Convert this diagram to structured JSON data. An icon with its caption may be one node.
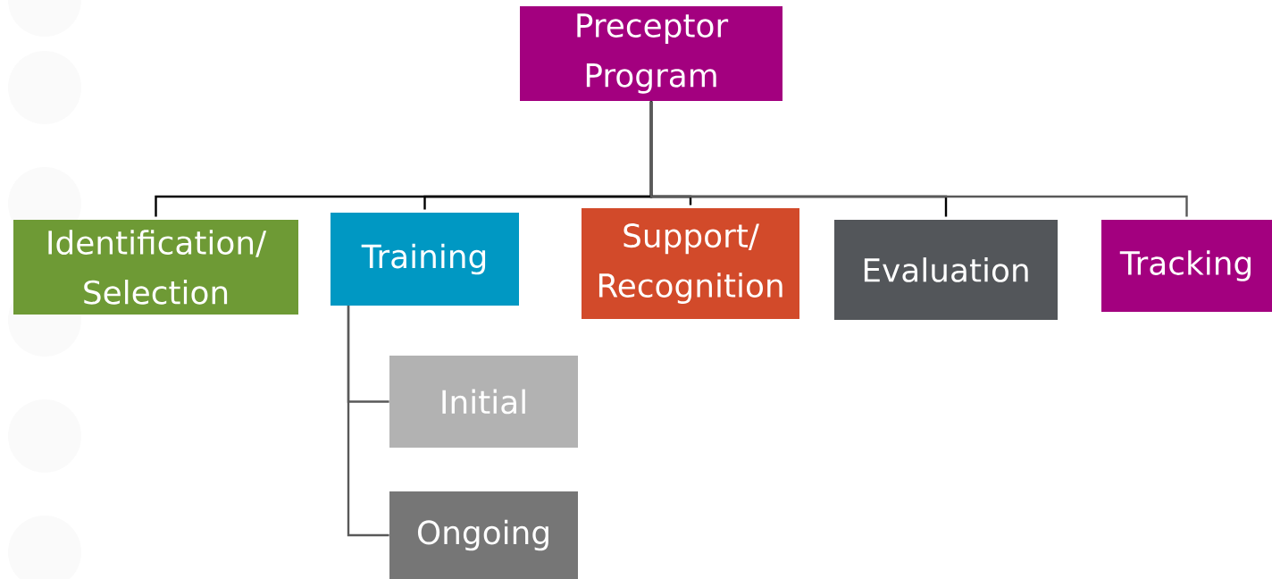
{
  "diagram": {
    "nodes": [
      {
        "text": [
          "Preceptor Program"
        ]
      },
      {
        "text": [
          "Identification/ Selection"
        ]
      },
      {
        "text": [
          "Training"
        ]
      },
      {
        "text": [
          "Support/ Recognition"
        ]
      },
      {
        "text": [
          "Evaluation"
        ]
      },
      {
        "text": [
          "Tracking"
        ]
      },
      {
        "text": [
          "Initial"
        ]
      },
      {
        "text": [
          "Ongoing"
        ]
      }
    ],
    "edges": [
      {
        "from": 0,
        "to": 1,
        "arrow": "none"
      },
      {
        "from": 0,
        "to": 2,
        "arrow": "none"
      },
      {
        "from": 0,
        "to": 3,
        "arrow": "none"
      },
      {
        "from": 0,
        "to": 4,
        "arrow": "none"
      },
      {
        "from": 0,
        "to": 5,
        "arrow": "none",
        "color": "#595959"
      },
      {
        "from": 2,
        "to": 6,
        "arrow": "none",
        "color": "#595959"
      },
      {
        "from": 2,
        "to": 7,
        "arrow": "none",
        "color": "#595959"
      }
    ]
  }
}
